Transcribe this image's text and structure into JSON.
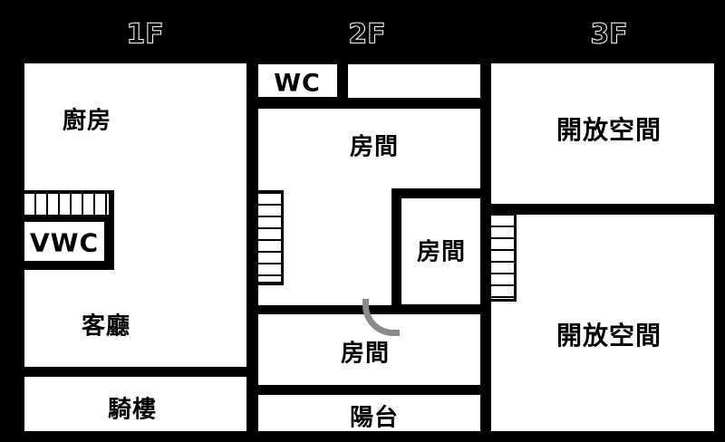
{
  "floors": [
    {
      "label": "1F",
      "rooms": {
        "kitchen": "廚房",
        "vwc": "VWC",
        "living": "客廳",
        "arcade": "騎樓"
      }
    },
    {
      "label": "2F",
      "rooms": {
        "wc": "WC",
        "room_a": "房間",
        "room_b": "房間",
        "room_c": "房間",
        "balcony": "陽台"
      }
    },
    {
      "label": "3F",
      "rooms": {
        "open_a": "開放空間",
        "open_b": "開放空間"
      }
    }
  ],
  "colors": {
    "background": "#000000",
    "room": "#ffffff",
    "door": "#8a8a8a"
  }
}
